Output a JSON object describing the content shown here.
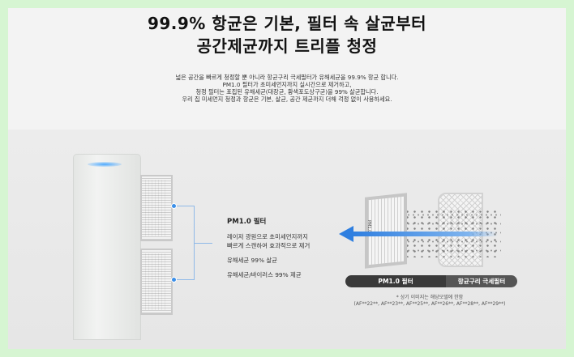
{
  "headline": {
    "line1": "99.9% 항균은 기본, 필터 속 살균부터",
    "line2": "공간제균까지 트리플 청정"
  },
  "description": [
    "넓은 공간을 빠르게 청정할 뿐 아니라 항균구리 극세필터가 유해세균을 99.9% 항균 합니다.",
    "PM1.0 필터가 초미세먼지까지 실시간으로 제거하고,",
    "청정 필터는 포집된 유해세균(대장균, 황색포도상구균)을 99% 살균합니다.",
    "우리 집 미세먼지 청정과 항균은 기본, 살균, 공간 제균까지 더해 걱정 없이 사용하세요."
  ],
  "callout": {
    "title": "PM1.0 필터",
    "lines": [
      "레이저 광원으로 초미세먼지까지",
      "빠르게 스캔하여 효과적으로 제거",
      "유해세균 99% 살균",
      "유해세균/바이러스 99% 제균"
    ]
  },
  "filter_labels": {
    "pm": "PM1.0 필터",
    "copper": "항균구리 극세필터",
    "hepa_print": "PM1.0"
  },
  "notes": [
    "* 상기 이미지는 해당모델에 한함",
    "(AF**22**, AF**23**, AF**25**, AF**26**, AF**28**, AF**29**)"
  ],
  "colors": {
    "accent": "#2f7fe0",
    "background_outer": "#d6f5d2"
  }
}
